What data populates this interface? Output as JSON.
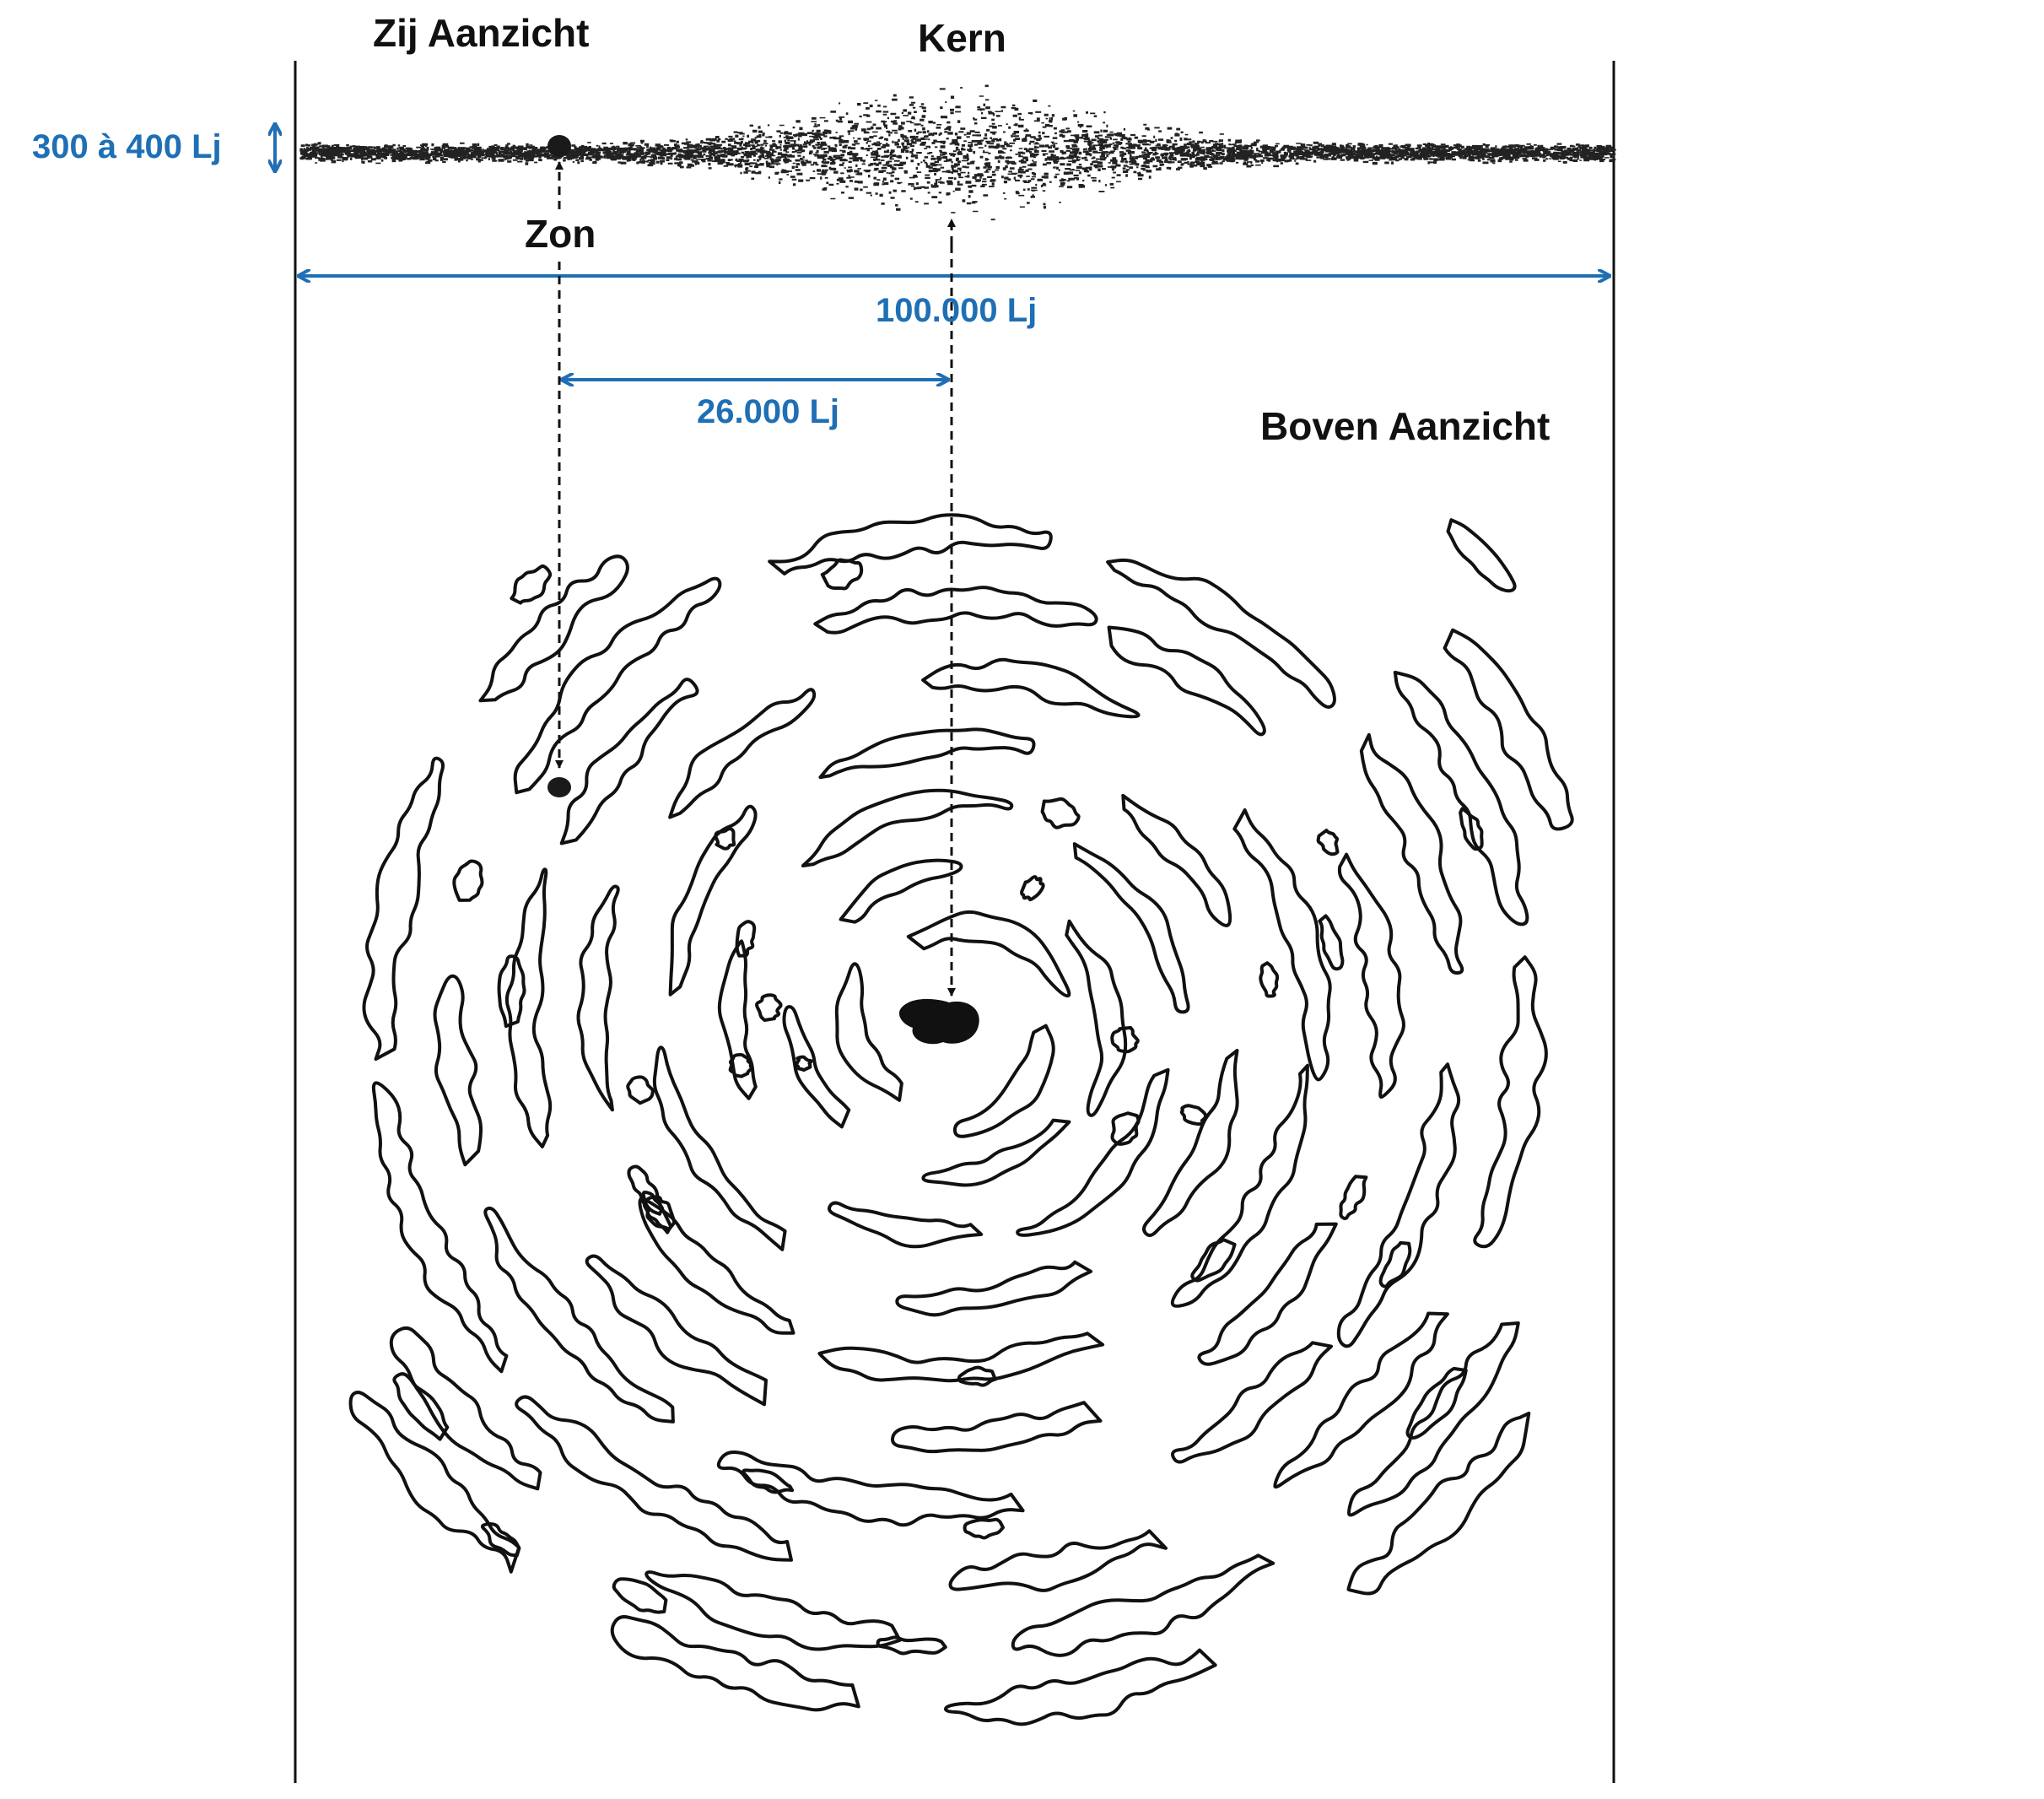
{
  "labels": {
    "side_view": "Zij Aanzicht",
    "core": "Kern",
    "sun": "Zon",
    "top_view": "Boven Aanzicht"
  },
  "measurements": {
    "thickness": "300 à 400 Lj",
    "diameter": "100.000 Lj",
    "sun_to_core": "26.000 Lj"
  },
  "colors": {
    "measure": "#1f6fb5",
    "ink": "#111111"
  }
}
